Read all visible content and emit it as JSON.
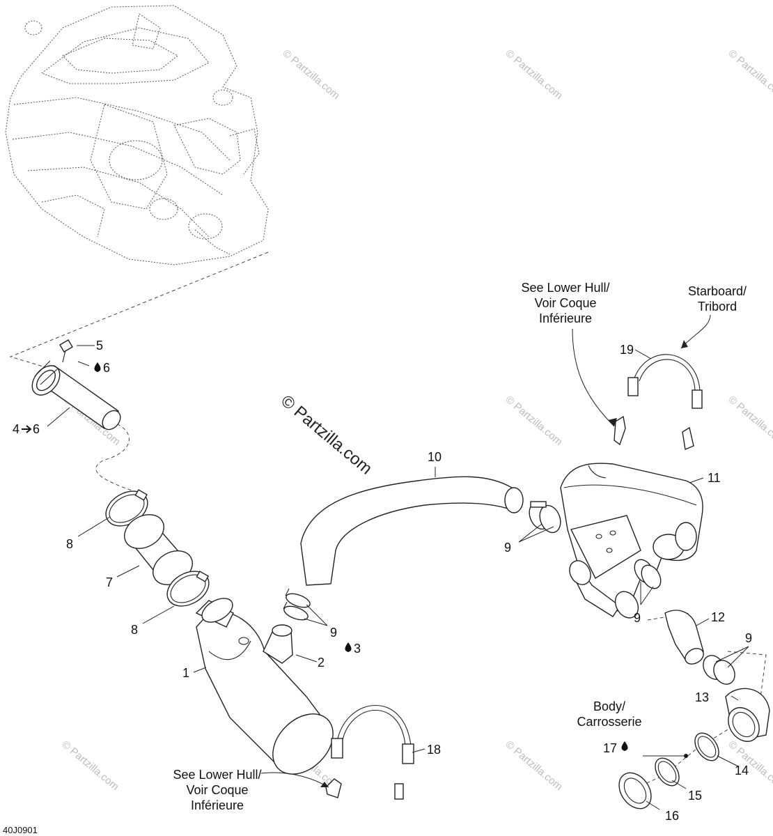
{
  "watermark": {
    "small": "© Partzilla.com",
    "main": "© Partzilla.com"
  },
  "diagram_code": "40J0901",
  "callouts": {
    "c1": "1",
    "c2": "2",
    "c3": "3",
    "c4": "4",
    "c5": "5",
    "c6a": "6",
    "c6b": "6",
    "c7": "7",
    "c8a": "8",
    "c8b": "8",
    "c9a": "9",
    "c9b": "9",
    "c9c": "9",
    "c9d": "9",
    "c10": "10",
    "c11": "11",
    "c12": "12",
    "c13": "13",
    "c14": "14",
    "c15": "15",
    "c16": "16",
    "c17": "17",
    "c18": "18",
    "c19": "19"
  },
  "notes": {
    "lower_hull_top": [
      "See Lower Hull/",
      "Voir Coque",
      "Inférieure"
    ],
    "lower_hull_bottom": [
      "See Lower Hull/",
      "Voir Coque",
      "Inférieure"
    ],
    "starboard": [
      "Starboard/",
      "Tribord"
    ],
    "body": [
      "Body/",
      "Carrosserie"
    ]
  },
  "icons": {
    "drop": "drop-icon",
    "arrow": "arrow-right-icon"
  }
}
